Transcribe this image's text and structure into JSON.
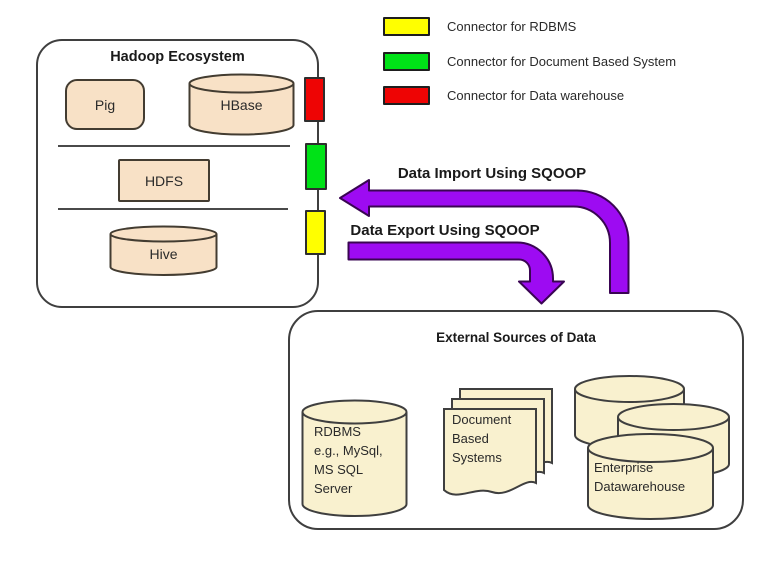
{
  "legend": {
    "items": [
      {
        "label": "Connector for RDBMS",
        "color": "#ffff00"
      },
      {
        "label": "Connector for Document Based System",
        "color": "#00e217"
      },
      {
        "label": "Connector for Data warehouse",
        "color": "#ee0404"
      }
    ]
  },
  "hadoop": {
    "title": "Hadoop Ecosystem",
    "nodes": {
      "pig": "Pig",
      "hbase": "HBase",
      "hdfs": "HDFS",
      "hive": "Hive"
    },
    "connectors": [
      {
        "name": "data-warehouse-connector",
        "color": "#ee0404"
      },
      {
        "name": "document-system-connector",
        "color": "#00e217"
      },
      {
        "name": "rdbms-connector",
        "color": "#ffff00"
      }
    ],
    "node_fill": "#f8e1c6"
  },
  "arrows": {
    "import_label": "Data Import Using SQOOP",
    "export_label": "Data Export Using SQOOP",
    "color": "#9d0bf2"
  },
  "external": {
    "title": "External Sources of Data",
    "rdbms_label": "RDBMS\ne.g., MySql,\nMS SQL\nServer",
    "documents_label": "Document\nBased\nSystems",
    "warehouse_label": "Enterprise\nDatawarehouse",
    "node_fill": "#f9f1cf"
  }
}
